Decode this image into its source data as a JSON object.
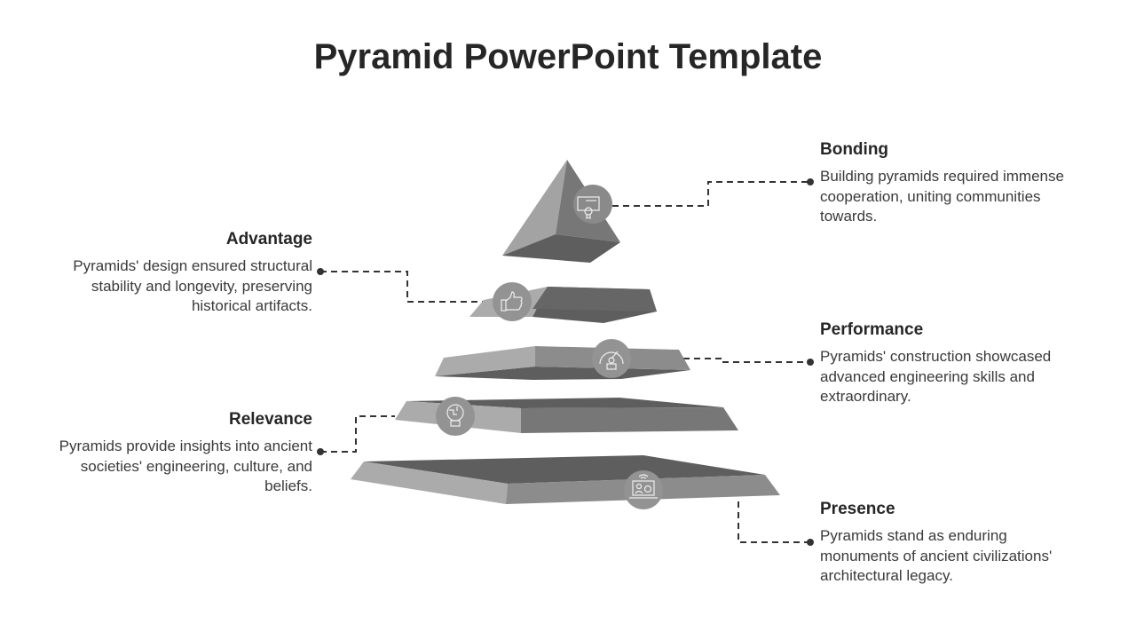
{
  "title": "Pyramid PowerPoint Template",
  "items": [
    {
      "heading": "Bonding",
      "text": "Building pyramids required immense cooperation, uniting communities towards.",
      "icon": "certificate-icon"
    },
    {
      "heading": "Advantage",
      "text": "Pyramids' design ensured structural stability and longevity, preserving historical artifacts.",
      "icon": "thumbs-up-icon"
    },
    {
      "heading": "Performance",
      "text": "Pyramids' construction showcased advanced engineering skills and extraordinary.",
      "icon": "speedometer-icon"
    },
    {
      "heading": "Relevance",
      "text": "Pyramids provide insights into ancient societies' engineering, culture, and beliefs.",
      "icon": "lightbulb-puzzle-icon"
    },
    {
      "heading": "Presence",
      "text": "Pyramids stand as enduring monuments of ancient civilizations' architectural legacy.",
      "icon": "laptop-user-icon"
    }
  ],
  "colors": {
    "light": "#a9a9a9",
    "medium": "#8a8a8a",
    "dark": "#5e5e5e",
    "circle": "#939393"
  }
}
